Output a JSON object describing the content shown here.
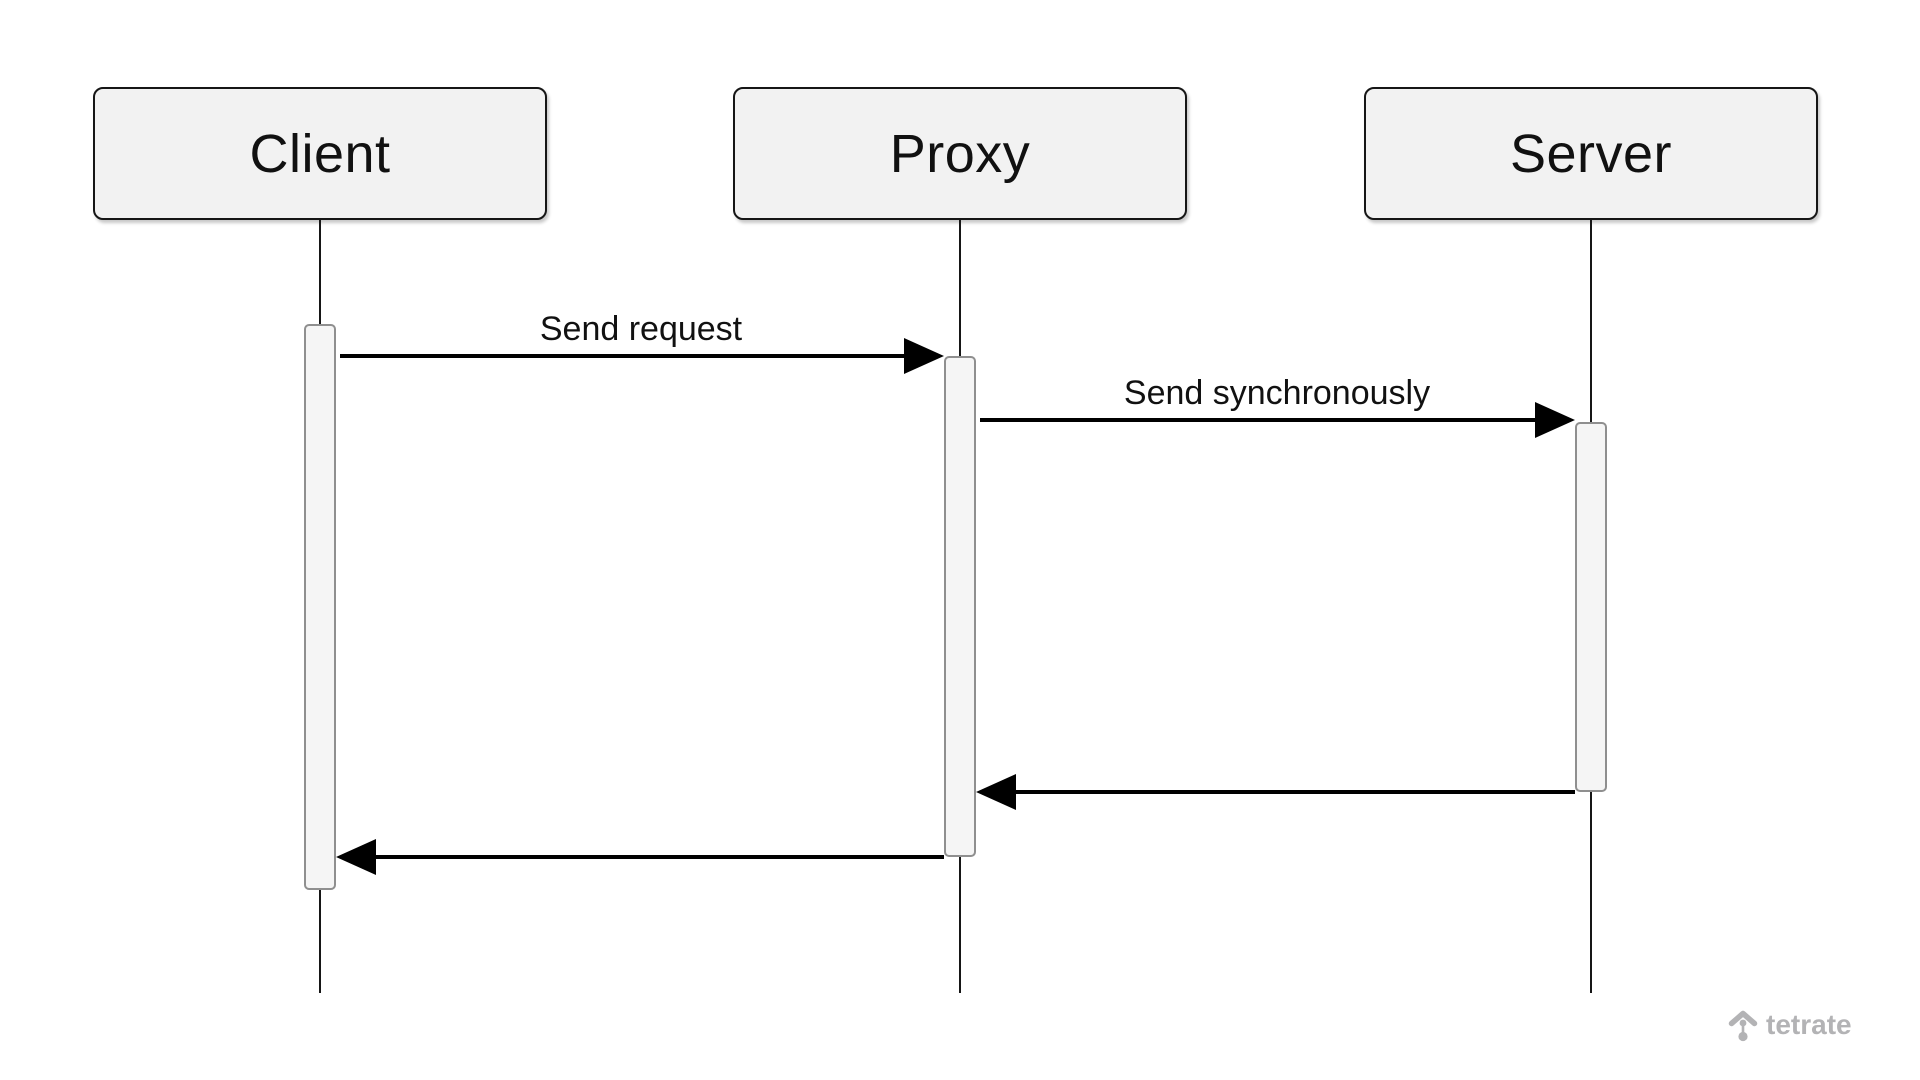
{
  "diagram": {
    "type": "sequence-diagram",
    "actors": [
      {
        "name": "Client"
      },
      {
        "name": "Proxy"
      },
      {
        "name": "Server"
      }
    ],
    "messages": [
      {
        "label": "Send request",
        "from": "Client",
        "to": "Proxy",
        "direction": "right"
      },
      {
        "label": "Send synchronously",
        "from": "Proxy",
        "to": "Server",
        "direction": "right"
      },
      {
        "label": "",
        "from": "Server",
        "to": "Proxy",
        "direction": "left"
      },
      {
        "label": "",
        "from": "Proxy",
        "to": "Client",
        "direction": "left"
      }
    ],
    "colors": {
      "background": "#ffffff",
      "actor_fill": "#f2f2f2",
      "actor_border": "#161616",
      "activation_fill": "#f5f5f5",
      "activation_border": "#8f8f8f",
      "message_color": "#000000",
      "text_color": "#111111",
      "logo_color": "#b3b3b5"
    }
  },
  "branding": {
    "logo_text": "tetrate",
    "logo_icon": "tetrate-mark-icon"
  }
}
